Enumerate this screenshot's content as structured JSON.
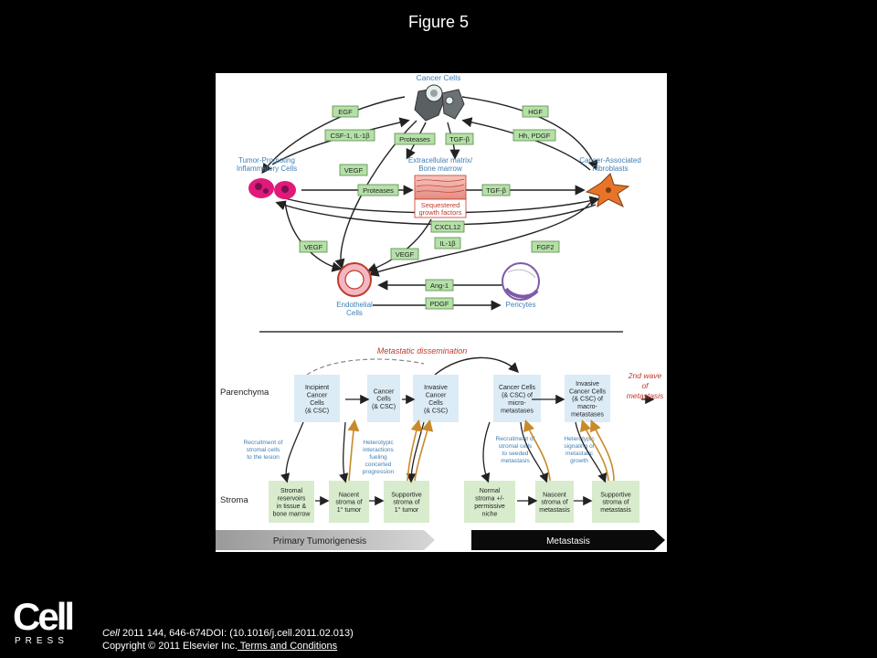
{
  "header": {
    "title": "Figure 5"
  },
  "figure": {
    "top": {
      "cancer_cells": "Cancer Cells",
      "tumor_promoting_1": "Tumor-Promoting",
      "tumor_promoting_2": "Inflammatory Cells",
      "caf_1": "Cancer-Associated",
      "caf_2": "Fibroblasts",
      "ecm_1": "Extracellular matrix/",
      "ecm_2": "Bone marrow",
      "sequestered_1": "Sequestered",
      "sequestered_2": "growth factors",
      "endothelial_1": "Endothelial",
      "endothelial_2": "Cells",
      "pericytes": "Pericytes",
      "factors": {
        "egf": "EGF",
        "csf": "CSF-1, IL-1β",
        "hgf": "HGF",
        "hh_pdgf": "Hh, PDGF",
        "proteases_top": "Proteases",
        "tgfb_top": "TGF-β",
        "vegf_left": "VEGF",
        "proteases_mid": "Proteases",
        "tgfb_mid": "TGF-β",
        "cxcl12": "CXCL12",
        "il1b": "IL-1β",
        "vegf_low_left": "VEGF",
        "vegf_low_mid": "VEGF",
        "fgf2": "FGF2",
        "ang1": "Ang-1",
        "pdgf": "PDGF"
      }
    },
    "bottom": {
      "metastatic_dissemination": "Metastatic dissemination",
      "parenchyma": "Parenchyma",
      "stroma": "Stroma",
      "second_wave_1": "2nd wave",
      "second_wave_2": "of",
      "second_wave_3": "metastasis",
      "parenchyma_boxes": [
        [
          "Incipient",
          "Cancer",
          "Cells",
          "(& CSC)"
        ],
        [
          "Cancer",
          "Cells",
          "(& CSC)"
        ],
        [
          "Invasive",
          "Cancer",
          "Cells",
          "(& CSC)"
        ],
        [
          "Cancer Cells",
          "(& CSC) of",
          "micro-",
          "metastases"
        ],
        [
          "Invasive",
          "Cancer Cells",
          "(& CSC) of",
          "macro-",
          "metastases"
        ]
      ],
      "stroma_boxes": [
        [
          "Stromal",
          "reservoirs",
          "in tissue &",
          "bone marrow"
        ],
        [
          "Nacent",
          "stroma of",
          "1° tumor"
        ],
        [
          "Supportive",
          "stroma of",
          "1° tumor"
        ],
        [
          "Normal",
          "stroma +/-",
          "permissive",
          "niche"
        ],
        [
          "Nascent",
          "stroma of",
          "metastasis"
        ],
        [
          "Supportive",
          "stroma of",
          "metastasis"
        ]
      ],
      "notes": {
        "recruit_1": [
          "Recruitment of",
          "stromal cells",
          "to the lesion"
        ],
        "hetero_1": [
          "Heterotypic",
          "interactions",
          "fueling",
          "concerted",
          "progression"
        ],
        "recruit_2": [
          "Recruitment of",
          "stromal cells",
          "to seeded",
          "metastasis"
        ],
        "hetero_2": [
          "Heterotypic",
          "signaling of",
          "metastatic",
          "growth"
        ]
      },
      "primary_tumorigenesis": "Primary Tumorigenesis",
      "metastasis": "Metastasis"
    }
  },
  "footer": {
    "logo_word": "Cell",
    "logo_press": "PRESS",
    "journal": "Cell",
    "citation_rest": " 2011 144, 646-674DOI: (10.1016/j.cell.2011.02.013)",
    "copyright": "Copyright © 2011 Elsevier Inc.",
    "terms": " Terms and Conditions"
  }
}
